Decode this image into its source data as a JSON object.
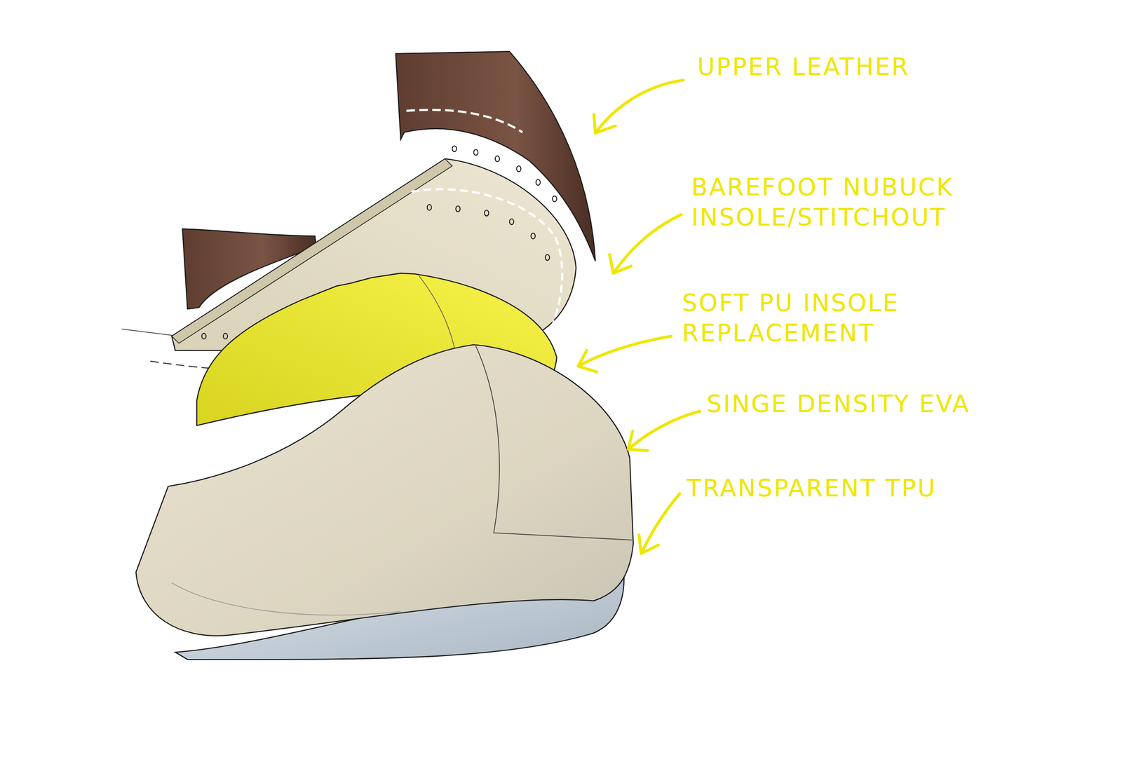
{
  "diagram": {
    "labels": [
      "UPPER LEATHER",
      "BAREFOOT NUBUCK INSOLE/STITCHOUT",
      "SOFT PU INSOLE REPLACEMENT",
      "SINGE DENSITY EVA",
      "TRANSPARENT TPU"
    ]
  }
}
